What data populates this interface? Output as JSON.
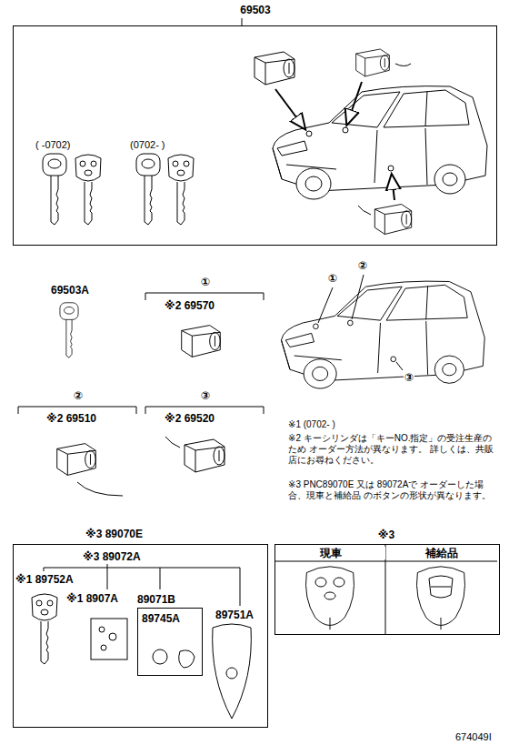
{
  "diagram": {
    "nodes": [
      {
        "text": [
          "69503"
        ]
      },
      {
        "text": [
          "※3 89070E"
        ]
      },
      {
        "text": [
          "89071B",
          "89745A"
        ],
        "in": 1
      },
      {
        "text": [
          "※3",
          "現車",
          "補給品"
        ]
      }
    ],
    "labels": [
      "( -0702)",
      "(0702- )",
      "69503A",
      "①",
      "※2 69570",
      "②",
      "※2 69510",
      "③",
      "※2 69520",
      "①",
      "②",
      "③",
      "※1 (0702- )",
      "※2 キーシリンダは「キーNO.指定」の受注生産のため オーダー方法が異なります。 詳しくは、共販店にお尋ねください。",
      "※3 PNC89070E 又は 89072Aで オーダーした場合、現車と補給品 のボタンの形状が異なります。",
      "※3 89072A",
      "※1 89752A",
      "※1 8907A",
      "89751A",
      "674049I"
    ]
  }
}
